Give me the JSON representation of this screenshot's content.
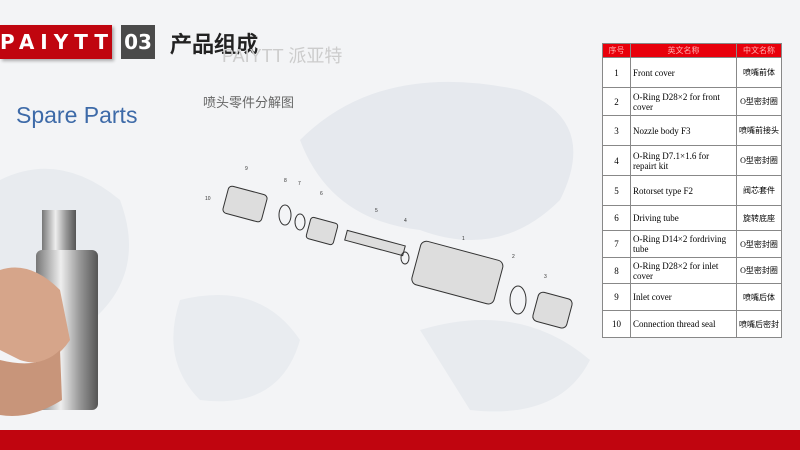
{
  "header": {
    "brand": "PAIYTT",
    "section_number": "03",
    "title": "产品组成",
    "watermark": "PAIYTT 派亚特"
  },
  "subtitle": "喷头零件分解图",
  "spare_parts_label": "Spare Parts",
  "diagram_callouts": [
    "1",
    "2",
    "3",
    "4",
    "5",
    "6",
    "7",
    "8",
    "9",
    "10"
  ],
  "table": {
    "headers": [
      "序号",
      "英文名称",
      "中文名称"
    ],
    "rows": [
      {
        "no": "1",
        "en": "Front cover",
        "cn": "喷嘴前体"
      },
      {
        "no": "2",
        "en": "O-Ring D28×2 for front cover",
        "cn": "O型密封圈"
      },
      {
        "no": "3",
        "en": "Nozzle body F3",
        "cn": "喷嘴前接头"
      },
      {
        "no": "4",
        "en": "O-Ring D7.1×1.6 for repairt kit",
        "cn": "O型密封圈"
      },
      {
        "no": "5",
        "en": "Rotorset type F2",
        "cn": "阀芯套件"
      },
      {
        "no": "6",
        "en": "Driving tube",
        "cn": "旋转底座"
      },
      {
        "no": "7",
        "en": "O-Ring D14×2 fordriving tube",
        "cn": "O型密封圈"
      },
      {
        "no": "8",
        "en": "O-Ring D28×2 for inlet cover",
        "cn": "O型密封圈"
      },
      {
        "no": "9",
        "en": "Inlet cover",
        "cn": "喷嘴后体"
      },
      {
        "no": "10",
        "en": "Connection thread seal",
        "cn": "喷嘴后密封"
      }
    ]
  },
  "colors": {
    "brand_red": "#c0050f",
    "accent_blue": "#3d6aa8"
  }
}
